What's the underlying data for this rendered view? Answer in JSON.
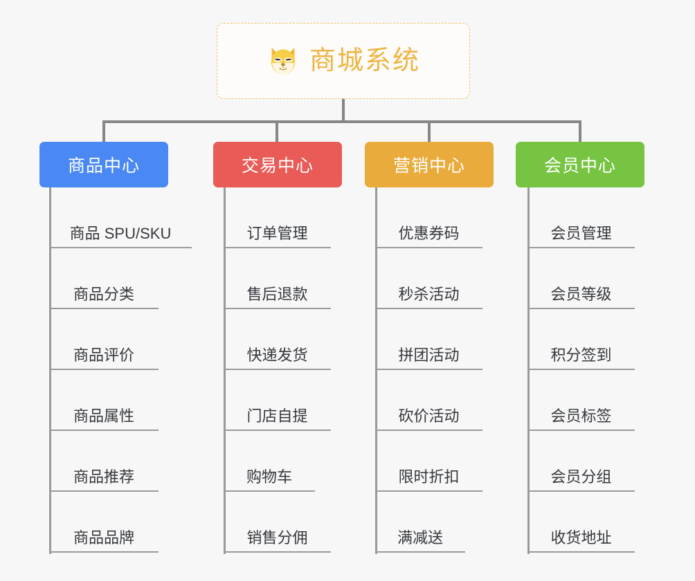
{
  "diagram": {
    "type": "org-tree",
    "root": {
      "title": "商城系统",
      "icon": "shiba-dog-icon",
      "border_color": "#f0c068",
      "text_color": "#efb544"
    },
    "branches": [
      {
        "label": "商品中心",
        "color": "#4a89f3",
        "items": [
          "商品 SPU/SKU",
          "商品分类",
          "商品评价",
          "商品属性",
          "商品推荐",
          "商品品牌"
        ]
      },
      {
        "label": "交易中心",
        "color": "#e95b57",
        "items": [
          "订单管理",
          "售后退款",
          "快递发货",
          "门店自提",
          "购物车",
          "销售分佣"
        ]
      },
      {
        "label": "营销中心",
        "color": "#e9ab3c",
        "items": [
          "优惠券码",
          "秒杀活动",
          "拼团活动",
          "砍价活动",
          "限时折扣",
          "满减送"
        ]
      },
      {
        "label": "会员中心",
        "color": "#76c442",
        "items": [
          "会员管理",
          "会员等级",
          "积分签到",
          "会员标签",
          "会员分组",
          "收货地址"
        ]
      }
    ],
    "connector_color": "#868686",
    "background_color": "#f7f7f7"
  }
}
